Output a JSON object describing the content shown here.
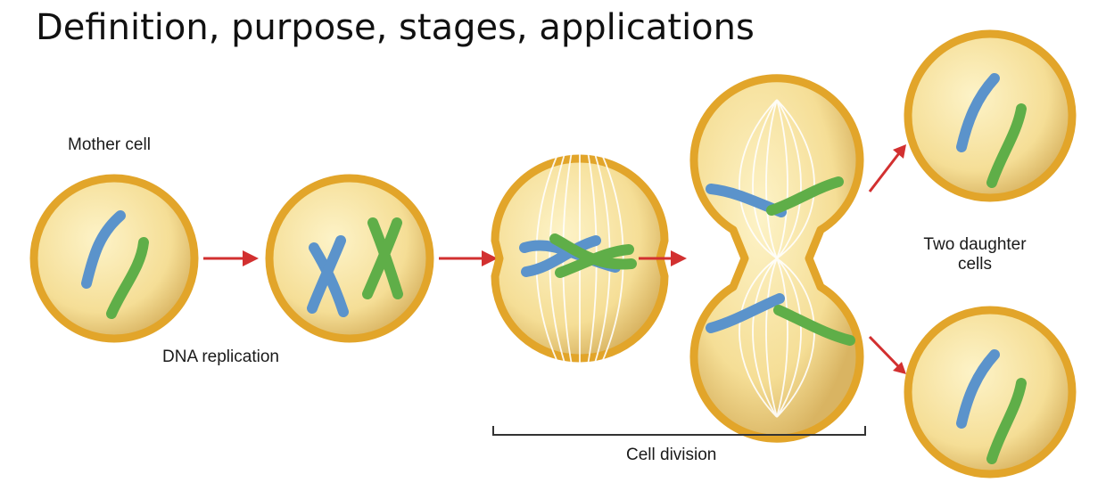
{
  "title": "Definition, purpose, stages, applications",
  "labels": {
    "mother_cell": "Mother cell",
    "dna_replication": "DNA replication",
    "cell_division": "Cell division",
    "two_daughter_cells": "Two daughter\ncells"
  },
  "colors": {
    "membrane": "#E2A52A",
    "cytoplasm": "#F7E3A2",
    "chromosome_blue": "#5B93CB",
    "chromosome_green": "#5FAE48",
    "arrow": "#D23030",
    "spindle": "#FFFFFF",
    "bracket": "#333333"
  }
}
